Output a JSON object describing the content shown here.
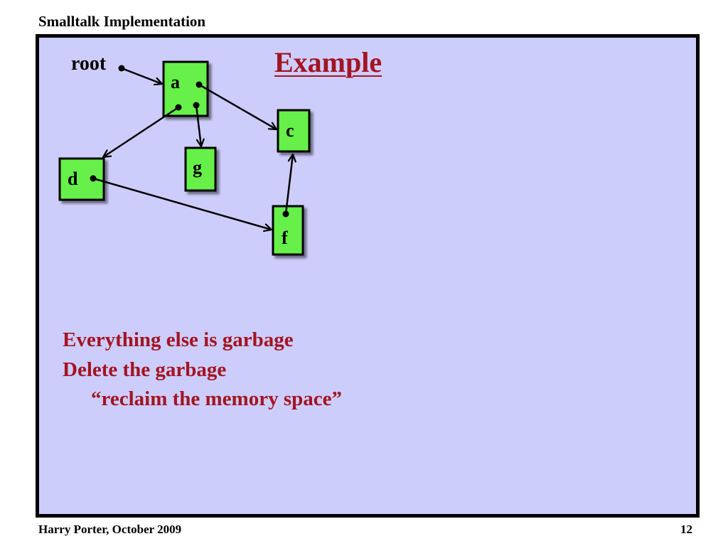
{
  "header": {
    "title": "Smalltalk Implementation"
  },
  "slide": {
    "title": "Example",
    "lines": [
      "Everything else is garbage",
      "Delete the garbage",
      "“reclaim the memory space”"
    ]
  },
  "diagram": {
    "root_label": "root",
    "nodes": {
      "a": "a",
      "c": "c",
      "d": "d",
      "g": "g",
      "f": "f"
    },
    "node_color": "#66f04a"
  },
  "footer": {
    "author_date": "Harry Porter, October 2009",
    "page_number": "12"
  },
  "colors": {
    "slide_background": "#cdcdfc",
    "title_text": "#a31422"
  }
}
